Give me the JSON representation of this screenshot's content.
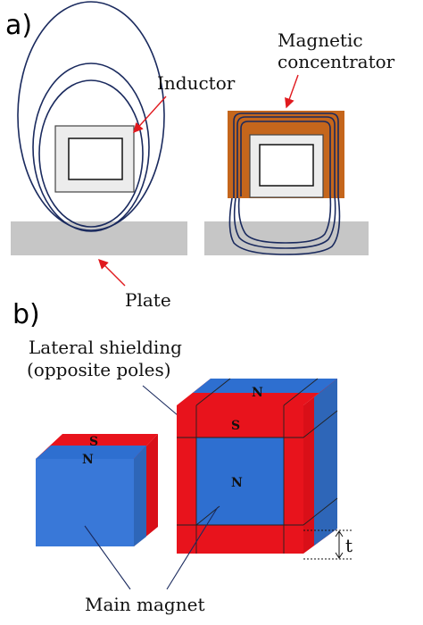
{
  "panel_a": {
    "label": "a)",
    "inductor_label": "Inductor",
    "concentrator_label_1": "Magnetic",
    "concentrator_label_2": "concentrator",
    "plate_label": "Plate"
  },
  "panel_b": {
    "label": "b)",
    "shielding_label_1": "Lateral shielding",
    "shielding_label_2": "(opposite poles)",
    "main_magnet_label": "Main magnet",
    "thickness_label": "t",
    "small_magnet_top_pole": "S",
    "small_magnet_front_pole": "N",
    "large_magnet_top_pole": "N",
    "large_magnet_shield_pole": "S",
    "large_magnet_center_pole": "N"
  },
  "colors": {
    "field_lines": "#1a2a5e",
    "plate": "#c6c6c6",
    "concentrator": "#c5661c",
    "arrow": "#e0191e",
    "magnet_blue": "#2e6fd0",
    "magnet_red": "#e8131c"
  }
}
